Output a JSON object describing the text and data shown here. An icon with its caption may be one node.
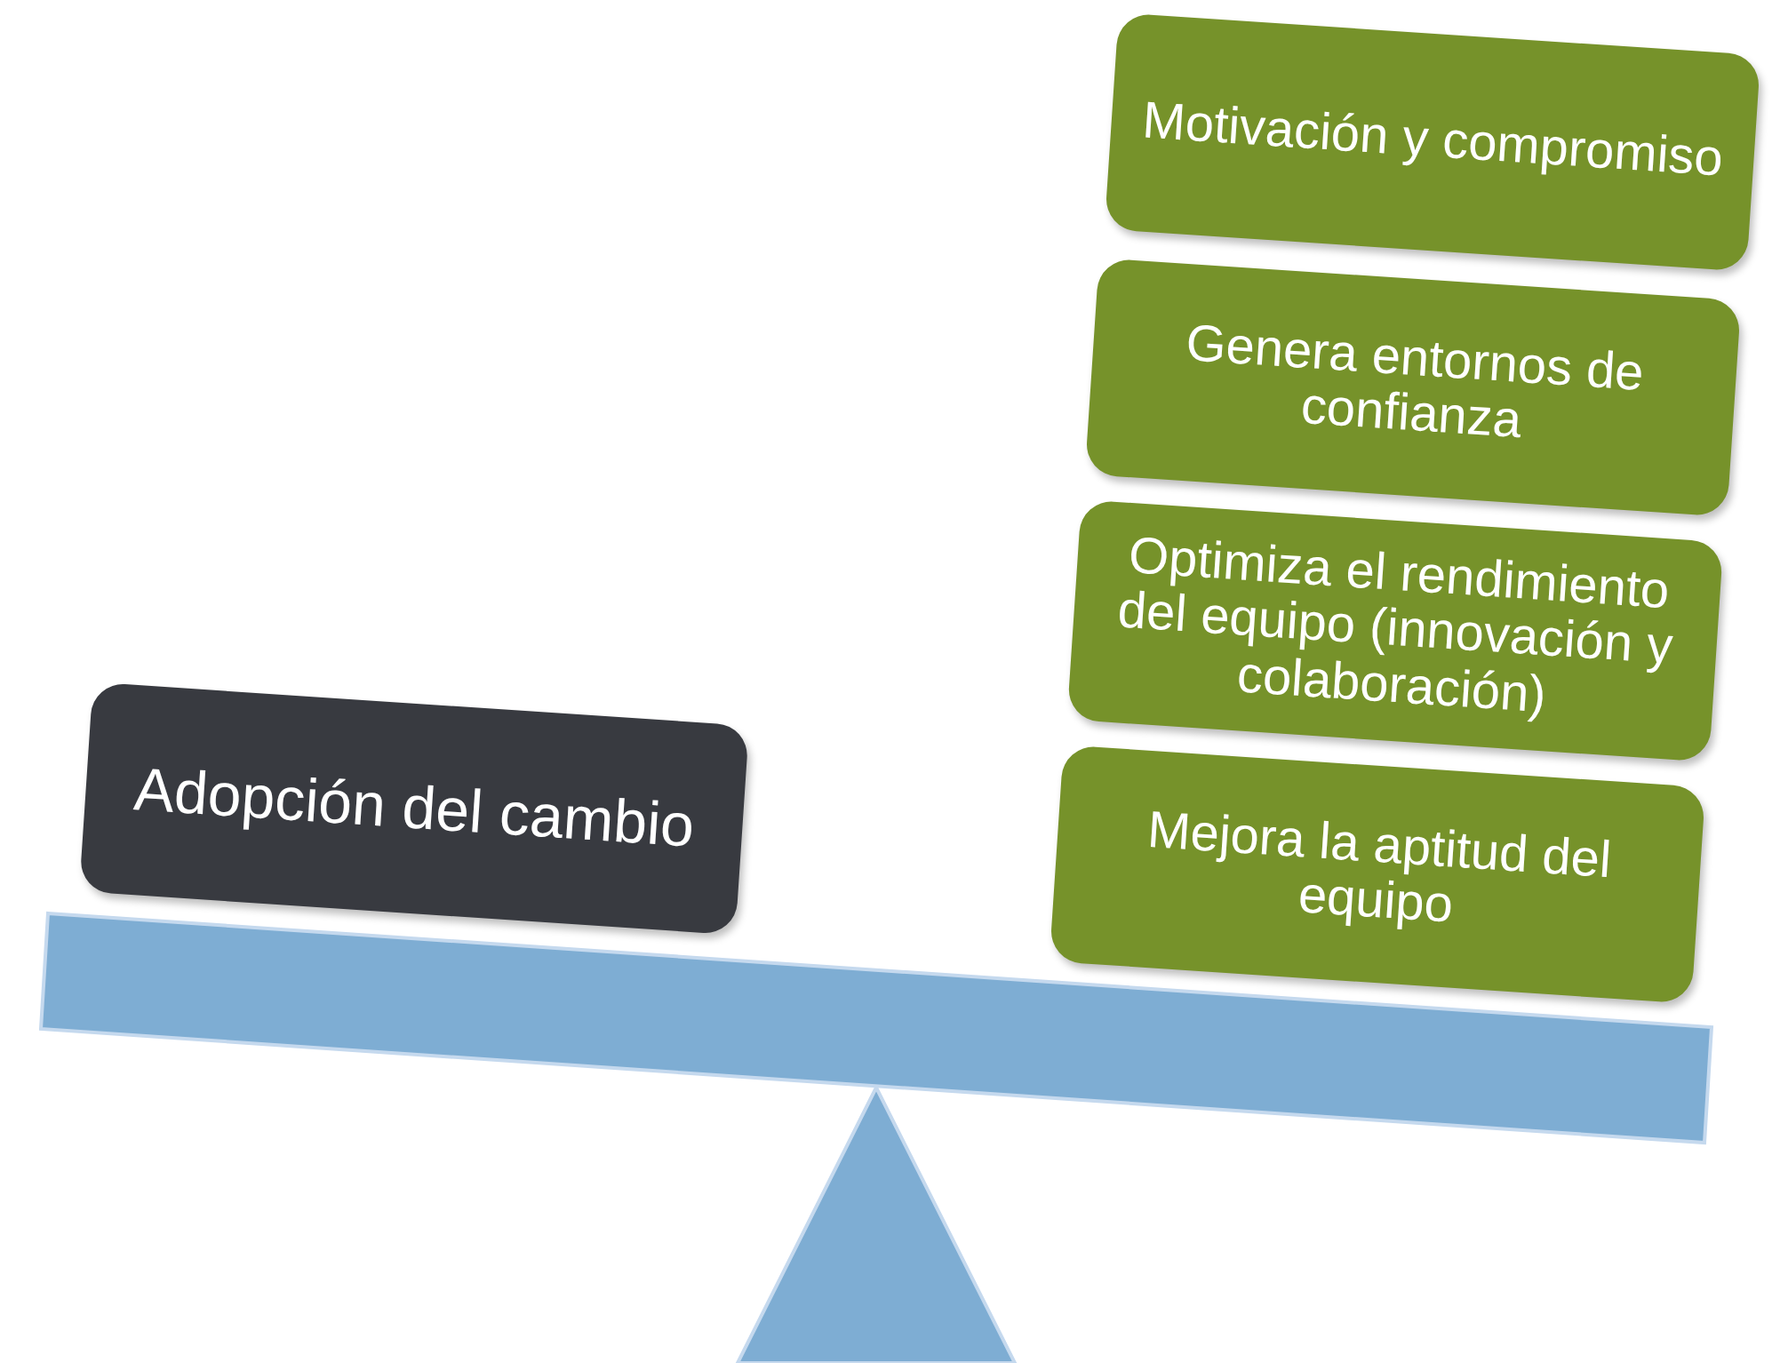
{
  "diagram": {
    "nodes": [
      {
        "text": [
          "Adopción del cambio"
        ]
      },
      {
        "text": [
          "Motivación y compromiso"
        ]
      },
      {
        "text": [
          "Genera entornos de confianza"
        ]
      },
      {
        "text": [
          "Optimiza el rendimiento del equipo (innovación y colaboración)"
        ]
      },
      {
        "text": [
          "Mejora la aptitud del equipo"
        ]
      }
    ]
  }
}
